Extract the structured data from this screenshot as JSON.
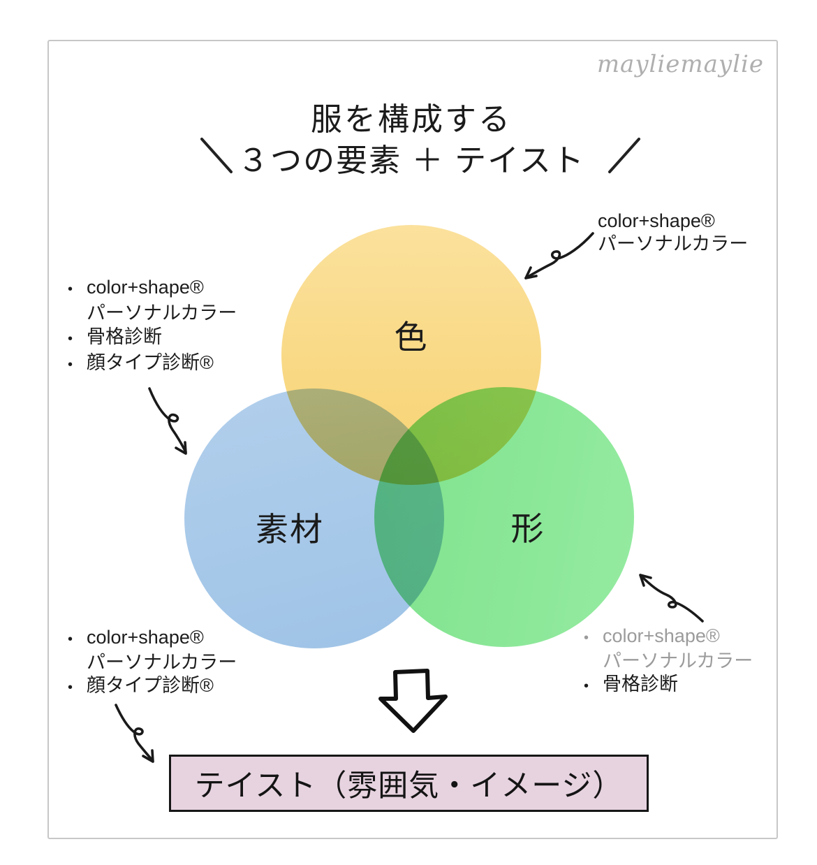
{
  "watermark": "mayliemaylie",
  "title": {
    "line1": "服を構成する",
    "line2": "３つの要素 ＋ テイスト",
    "decor_left": "＼",
    "decor_right": "／"
  },
  "venn": {
    "circles": [
      {
        "name": "color",
        "label": "色",
        "color": "#F8D778"
      },
      {
        "name": "material",
        "label": "素材",
        "color": "#A6C8E9"
      },
      {
        "name": "shape",
        "label": "形",
        "color": "#85E693"
      }
    ]
  },
  "annotations": {
    "top_right": {
      "line1": "color+shape®",
      "line2": "パーソナルカラー"
    },
    "top_left": {
      "bullet": "•",
      "items": [
        {
          "line1": "color+shape®",
          "line2": "パーソナルカラー"
        },
        {
          "line1": "骨格診断"
        },
        {
          "line1": "顔タイプ診断®"
        }
      ]
    },
    "bottom_left": {
      "bullet": "•",
      "items": [
        {
          "line1": "color+shape®",
          "line2": "パーソナルカラー"
        },
        {
          "line1": "顔タイプ診断®"
        }
      ]
    },
    "bottom_right": {
      "bullet": "•",
      "items": [
        {
          "line1": "color+shape®",
          "line2": "パーソナルカラー",
          "color": "#9B9B9B"
        },
        {
          "line1": "骨格診断"
        }
      ]
    }
  },
  "taste_box": {
    "label": "テイスト（雰囲気・イメージ）",
    "fill": "#E7D3E0",
    "border": "#161616"
  },
  "colors": {
    "frame_border": "#C7C7C7",
    "text": "#1C1C1C",
    "muted_text": "#9B9B9B",
    "watermark": "#AFAFAF",
    "arrow_ink": "#1A1A1A"
  }
}
